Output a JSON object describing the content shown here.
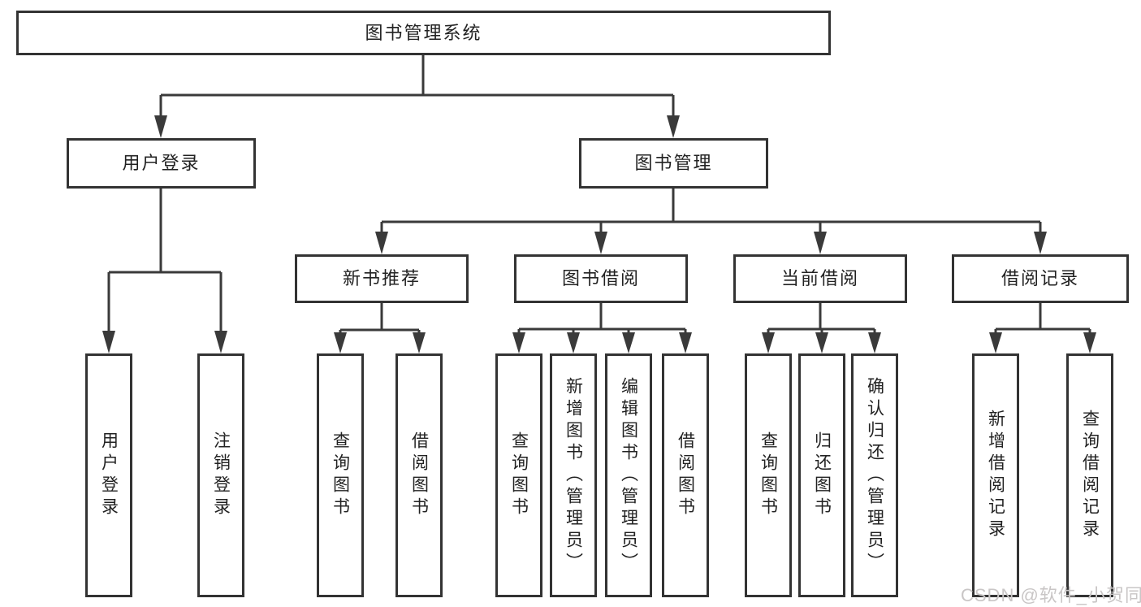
{
  "colors": {
    "line": "#3a3a3a",
    "border": "#333333",
    "text": "#222222",
    "background": "#ffffff",
    "watermark": "#c9c6c6"
  },
  "tree": {
    "label": "图书管理系统",
    "children": [
      {
        "label": "用户登录",
        "children": [
          {
            "label": "用户登录"
          },
          {
            "label": "注销登录"
          }
        ]
      },
      {
        "label": "图书管理",
        "children": [
          {
            "label": "新书推荐",
            "children": [
              {
                "label": "查询图书"
              },
              {
                "label": "借阅图书"
              }
            ]
          },
          {
            "label": "图书借阅",
            "children": [
              {
                "label": "查询图书"
              },
              {
                "label": "新增图书（管理员）"
              },
              {
                "label": "编辑图书（管理员）"
              },
              {
                "label": "借阅图书"
              }
            ]
          },
          {
            "label": "当前借阅",
            "children": [
              {
                "label": "查询图书"
              },
              {
                "label": "归还图书"
              },
              {
                "label": "确认归还（管理员）"
              }
            ]
          },
          {
            "label": "借阅记录",
            "children": [
              {
                "label": "新增借阅记录"
              },
              {
                "label": "查询借阅记录"
              }
            ]
          }
        ]
      }
    ]
  },
  "watermark": {
    "text": "CSDN @软件_小贺同学"
  }
}
